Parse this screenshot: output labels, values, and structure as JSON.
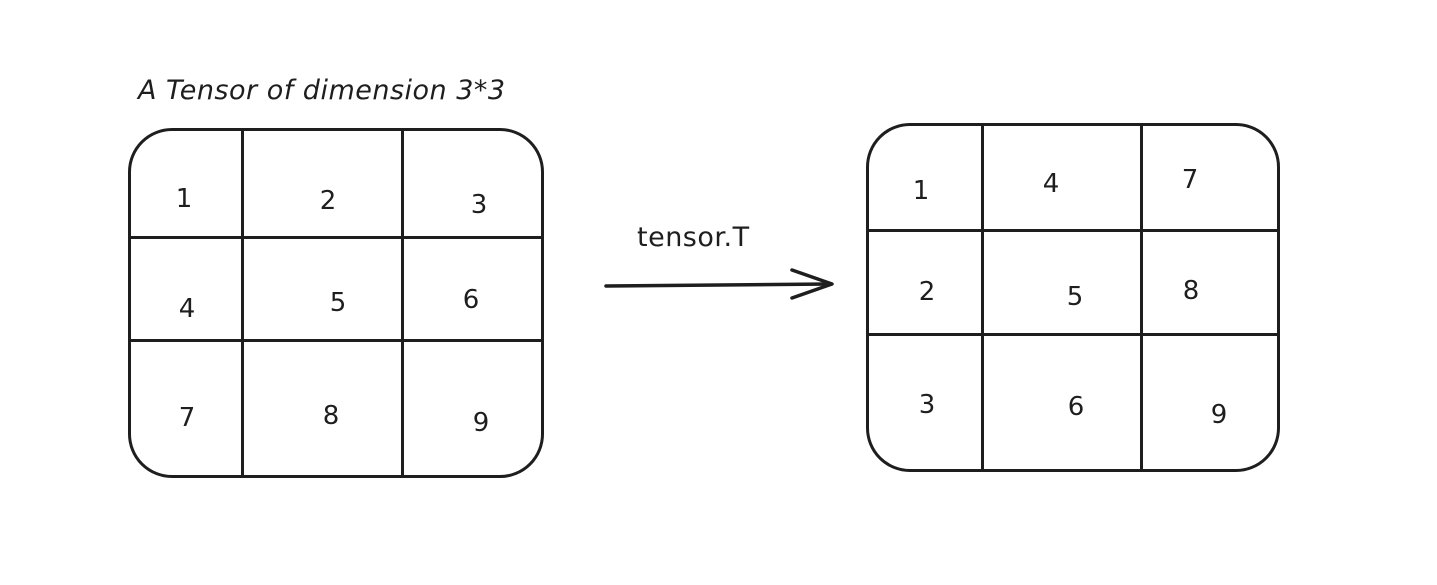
{
  "title": "A Tensor of dimension 3*3",
  "operation": "tensor.T",
  "input_tensor": [
    [
      "1",
      "2",
      "3"
    ],
    [
      "4",
      "5",
      "6"
    ],
    [
      "7",
      "8",
      "9"
    ]
  ],
  "output_tensor": [
    [
      "1",
      "4",
      "7"
    ],
    [
      "2",
      "5",
      "8"
    ],
    [
      "3",
      "6",
      "9"
    ]
  ],
  "colors": {
    "stroke": "#1e1e1e",
    "background": "#ffffff"
  }
}
